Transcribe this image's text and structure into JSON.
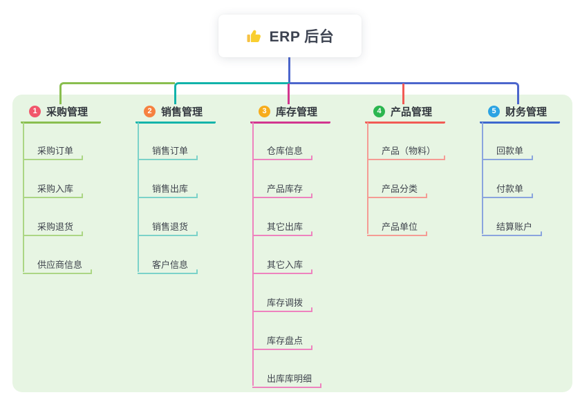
{
  "root": {
    "label": "ERP 后台",
    "icon": "thumbs-up"
  },
  "colors": {
    "background": "#FFFFFF",
    "panel": "#E7F5E3",
    "stem_blue": "#4C66CC",
    "root_text": "#3D4351"
  },
  "branches": [
    {
      "num": "1",
      "label": "采购管理",
      "badge_color": "#F1566B",
      "line_color": "#89BE4F",
      "child_line_color": "#ABD684",
      "children": [
        "采购订单",
        "采购入库",
        "采购退货",
        "供应商信息"
      ]
    },
    {
      "num": "2",
      "label": "销售管理",
      "badge_color": "#F68140",
      "line_color": "#12B3AA",
      "child_line_color": "#7BD2C9",
      "children": [
        "销售订单",
        "销售出库",
        "销售退货",
        "客户信息"
      ]
    },
    {
      "num": "3",
      "label": "库存管理",
      "badge_color": "#F7AC1B",
      "line_color": "#D2368F",
      "child_line_color": "#EE82BE",
      "children": [
        "仓库信息",
        "产品库存",
        "其它出库",
        "其它入库",
        "库存调拨",
        "库存盘点",
        "出库库明细"
      ]
    },
    {
      "num": "4",
      "label": "产品管理",
      "badge_color": "#2BB64F",
      "line_color": "#F15B55",
      "child_line_color": "#F59B94",
      "children": [
        "产品（物料）",
        "产品分类",
        "产品单位"
      ]
    },
    {
      "num": "5",
      "label": "财务管理",
      "badge_color": "#2BA3E3",
      "line_color": "#3E68CE",
      "child_line_color": "#8AA4DE",
      "children": [
        "回款单",
        "付款单",
        "结算账户"
      ]
    }
  ]
}
